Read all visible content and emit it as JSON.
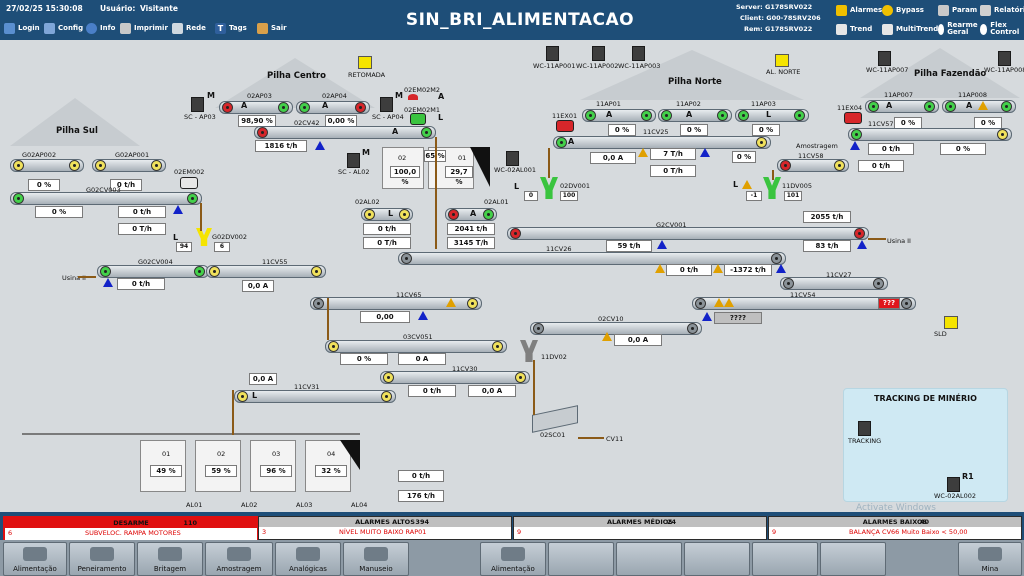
{
  "header": {
    "datetime": "27/02/25 15:30:08",
    "user_label": "Usuário:",
    "user_value": "Visitante",
    "title": "SIN_BRI_ALIMENTACAO",
    "server": "Server: G178SRV022",
    "client": "Client: G00-78SRV206",
    "rem": "Rem: G178SRV022",
    "toolbar": [
      "Login",
      "Config",
      "Info",
      "Imprimir",
      "Rede",
      "Tags",
      "Sair"
    ],
    "right_buttons": {
      "alarmes": "Alarmes",
      "bypass": "Bypass",
      "param": "Param",
      "relatorio": "Relatório",
      "trend": "Trend",
      "multitrend": "MultiTrend",
      "rearme": "Rearme Geral",
      "flex": "Flex Control"
    }
  },
  "piles": {
    "sul": "Pilha Sul",
    "centro": "Pilha Centro",
    "norte": "Pilha Norte",
    "fazendao": "Pilha Fazendão"
  },
  "labels": {
    "retomada": "RETOMADA",
    "al_norte": "AL. NORTE",
    "sld": "SLD",
    "amostragem": "Amostragem",
    "usina2_left": "Usina II",
    "usina2_right": "Usina II",
    "cv11": "CV11",
    "wc_11ap001": "WC-11AP001",
    "wc_11ap002": "WC-11AP002",
    "wc_11ap003": "WC-11AP003",
    "wc_11ap007": "WC-11AP007",
    "wc_11ap008": "WC-11AP008",
    "sc_ap03": "SC - AP03",
    "sc_ap04": "SC - AP04",
    "sc_al02": "SC - AL02",
    "wc_02al001": "WC-02AL001",
    "02em02m2": "02EM02M2",
    "02em02m1": "02EM02M1",
    "11ex01": "11EX01",
    "11ex04": "11EX04",
    "02em002": "02EM002",
    "g02dv002": "G02DV002",
    "02dv001": "02DV001",
    "11dv005": "11DV005",
    "11dv02": "11DV02",
    "g02ap002": "G02AP002",
    "g02ap001": "G02AP001",
    "g02cv003": "G02CV003",
    "g02cv004": "G02CV004",
    "02ap03": "02AP03",
    "02ap04": "02AP04",
    "02cv42": "02CV42",
    "02al02": "02AL02",
    "02al01": "02AL01",
    "11ap01": "11AP01",
    "11ap02": "11AP02",
    "11ap03": "11AP03",
    "11cv25": "11CV25",
    "11ap007": "11AP007",
    "11ap008": "11AP008",
    "11cv57": "11CV57",
    "11cv58": "11CV58",
    "g2cv001": "G2CV001",
    "11cv26": "11CV26",
    "11cv27": "11CV27",
    "11cv54": "11CV54",
    "11cv55": "11CV55",
    "11cv65": "11CV65",
    "02cv10": "02CV10",
    "03cv051": "03CV051",
    "11cv30": "11CV30",
    "11cv31": "11CV31",
    "02sc01": "02SC01",
    "al01": "AL01",
    "al02": "AL02",
    "al03": "AL03",
    "al04": "AL04",
    "silo_02": "02",
    "silo_01": "01",
    "s01": "01",
    "s02": "02",
    "s03": "03",
    "s04": "04",
    "letter_a": "A",
    "letter_l": "L",
    "letter_m": "M",
    "r1": "R1",
    "tracking": "TRACKING",
    "wc_02al002": "WC-02AL002"
  },
  "values": {
    "g02ap002_pct": "0 %",
    "g02ap001_pct": "0 t/h",
    "g02cv003_pct": "0 %",
    "g02cv003_th": "0 t/h",
    "g02cv003_th2": "0 T/h",
    "g02dv_left": "94",
    "g02dv_right": "6",
    "g02cv004_th": "0 t/h",
    "11cv55_a": "0,0 A",
    "02ap03_pct": "98,90 %",
    "02ap04_pct": "0,00 %",
    "02cv42_th": "1816 t/h",
    "silo02_pct": "100,0 %",
    "silo01_pct": "29,7 %",
    "silo_65": "65 %",
    "02al02_th1": "0 t/h",
    "02al02_th2": "0 T/h",
    "02al01_th1": "2041 t/h",
    "02al01_th2": "3145 T/h",
    "11ap01_pct": "0 %",
    "11ap02_pct": "0 %",
    "11ap03_pct": "0 %",
    "11cv25_a": "0,0 A",
    "11cv25_th": "7 T/h",
    "11cv25_th2": "0 T/h",
    "11cv25_pct": "0 %",
    "11ap007_pct": "0 %",
    "11ap008_pct": "0 %",
    "11cv57_th": "0 t/h",
    "11cv57_pct": "0 %",
    "11cv58_th": "0 t/h",
    "02dv001_left": "0",
    "02dv001_right": "100",
    "11dv005_left": "-1",
    "11dv005_right": "101",
    "g2cv001_th": "2055 t/h",
    "g2cv001_59": "59 t/h",
    "g2cv001_83": "83 t/h",
    "11cv26_th": "0 t/h",
    "11cv26_neg": "-1372 t/h",
    "11cv54_q": "????",
    "11cv54_err": "???",
    "11cv65_val": "0,00",
    "02cv10_a": "0,0 A",
    "03cv051_pct": "0 %",
    "03cv051_a": "0 A",
    "11cv30_th": "0 t/h",
    "11cv30_a": "0,0 A",
    "11cv31_a": "0,0 A",
    "al_pct_1": "49 %",
    "al_pct_2": "59 %",
    "al_pct_3": "96 %",
    "al_pct_4": "32 %",
    "bottom_th1": "0 t/h",
    "bottom_th2": "176 t/h"
  },
  "tracking": {
    "title": "TRACKING DE MINÉRIO"
  },
  "watermark": "Activate Windows",
  "alarms": {
    "desarme": {
      "title": "DESARME",
      "count": "110",
      "msg": "SUBVELOC. RAMPA MOTORES",
      "idx": "6"
    },
    "altos": {
      "title": "ALARMES ALTOS",
      "count": "394",
      "msg": "NÍVEL MUITO BAIXO RAP01",
      "idx": "3"
    },
    "medios": {
      "title": "ALARMES MÉDIOS",
      "count": "24",
      "msg": "",
      "idx": "9"
    },
    "baixos": {
      "title": "ALARMES BAIXOS",
      "count": "40",
      "msg": "BALANÇA CV66 Muito Baixo < 50,00",
      "idx": "9"
    }
  },
  "nav": [
    "Alimentação",
    "Peneiramento",
    "Britagem",
    "Amostragem",
    "Analógicas",
    "Manuseio",
    "Alimentação",
    "",
    "",
    "",
    "",
    "",
    "Mina"
  ],
  "colors": {
    "header": "#1e4e78",
    "running": "#43d04a",
    "stopped": "#d7262a",
    "idle": "#f0e15c",
    "line": "#8b5a17",
    "blue_tri": "#1222c8"
  }
}
